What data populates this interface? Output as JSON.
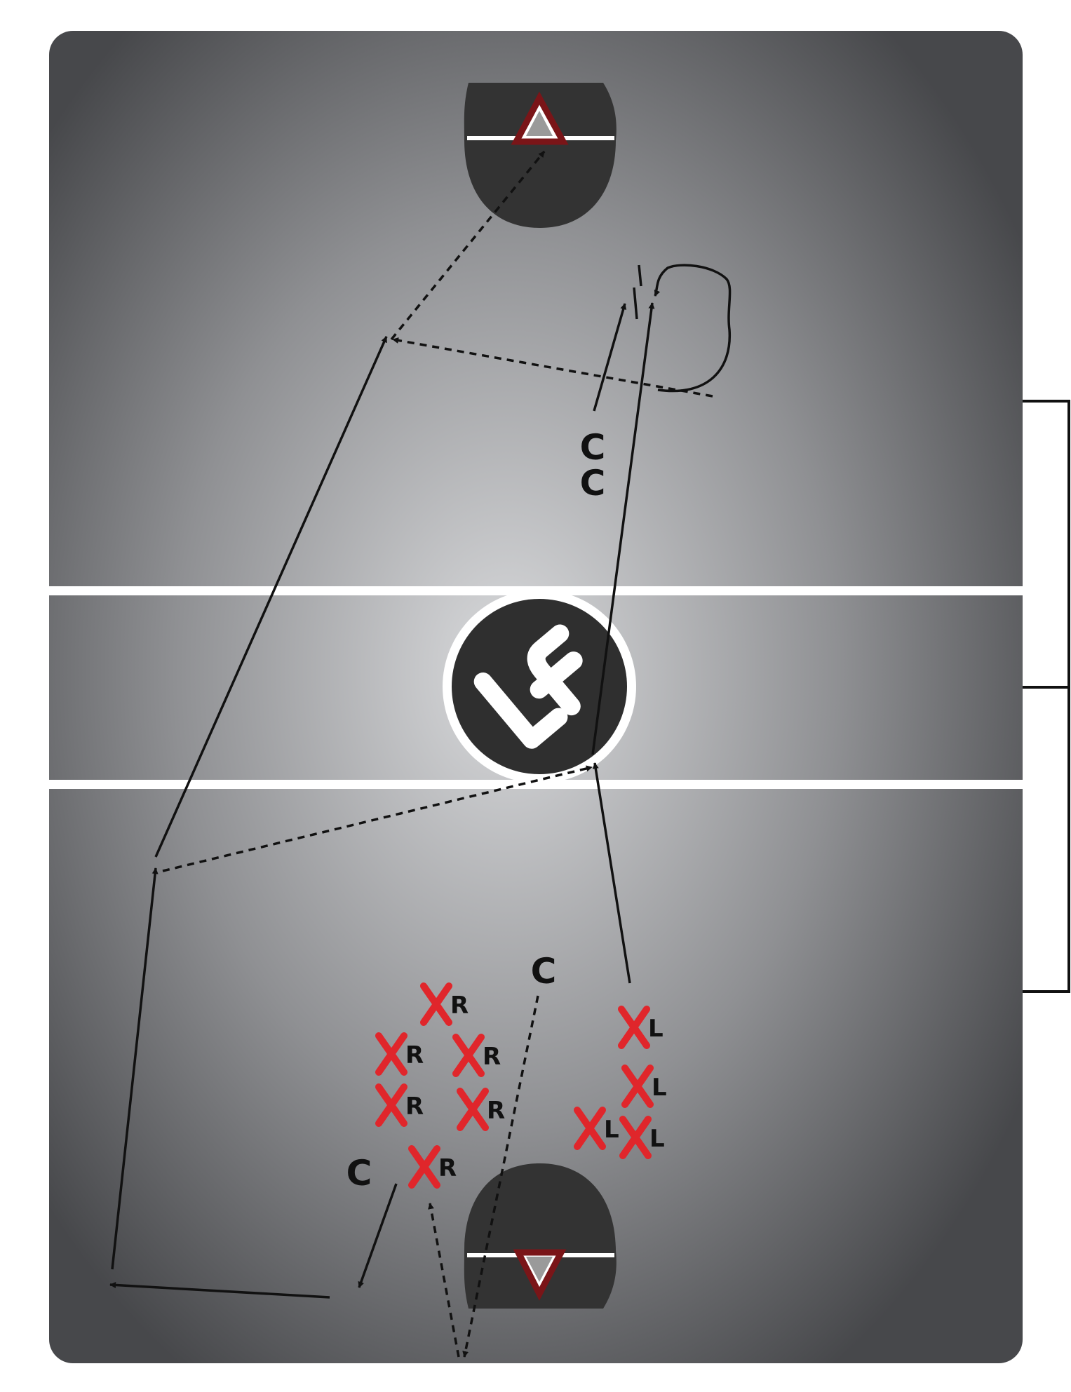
{
  "colors": {
    "field_center": "#d9dadc",
    "field_edge": "#4a4b4e",
    "crease": "#333333",
    "goal": "#7a1518",
    "mark": "#e0262b",
    "line": "#111111",
    "white": "#ffffff"
  },
  "logo": {
    "icon": "lf-monogram-icon"
  },
  "icons": {
    "goal": "goal-triangle-icon",
    "player": "red-x-icon"
  },
  "coach_label": "C",
  "players": [
    {
      "side": "R",
      "label": "R"
    },
    {
      "side": "R",
      "label": "R"
    },
    {
      "side": "R",
      "label": "R"
    },
    {
      "side": "R",
      "label": "R"
    },
    {
      "side": "R",
      "label": "R"
    },
    {
      "side": "R",
      "label": "R"
    },
    {
      "side": "L",
      "label": "L"
    },
    {
      "side": "L",
      "label": "L"
    },
    {
      "side": "L",
      "label": "L"
    },
    {
      "side": "L",
      "label": "L"
    }
  ],
  "coaches": [
    {
      "label": "C"
    },
    {
      "label": "C"
    },
    {
      "label": "C"
    },
    {
      "label": "C"
    }
  ],
  "paths": [
    {
      "type": "run",
      "name": "run-left-sideline-up"
    },
    {
      "type": "run",
      "name": "run-left-diagonal-upfield"
    },
    {
      "type": "run",
      "name": "run-bottom-to-left"
    },
    {
      "type": "run",
      "name": "run-coach-to-bottom"
    },
    {
      "type": "run",
      "name": "run-l-to-midfield"
    },
    {
      "type": "run",
      "name": "run-midfield-to-top-right"
    },
    {
      "type": "run",
      "name": "run-coach-cut"
    },
    {
      "type": "run",
      "name": "run-dodge-loop"
    },
    {
      "type": "pass",
      "name": "pass-left-to-midfield"
    },
    {
      "type": "pass",
      "name": "pass-loop-to-left"
    },
    {
      "type": "shot",
      "name": "shot-on-top-goal"
    },
    {
      "type": "pass",
      "name": "pass-coach-to-bottom"
    },
    {
      "type": "pass",
      "name": "pass-bottom-to-r"
    }
  ]
}
